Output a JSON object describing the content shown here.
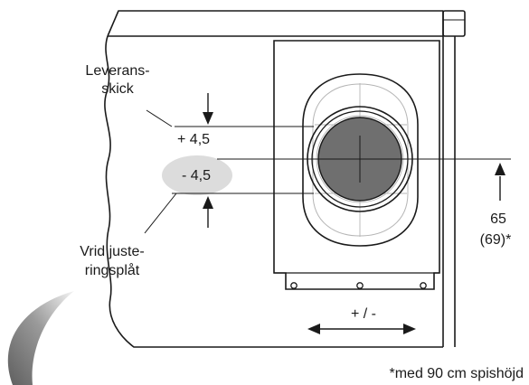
{
  "labels": {
    "leverans_line1": "Leverans-",
    "leverans_line2": "skick",
    "plus": "+ 4,5",
    "minus": "- 4,5",
    "vrid_line1": "Vrid juste-",
    "vrid_line2": "ringsplåt",
    "height": "65",
    "height_alt": "(69)*",
    "horizontal": "+ / -",
    "footnote": "*med 90 cm spishöjd"
  },
  "colors": {
    "line": "#1a1a1a",
    "gray_line": "#7a7a7a",
    "light_line": "#b5b5b5",
    "duct_fill": "#6f6f6f",
    "highlight": "#dcdcdc",
    "swoosh_dark": "#6e6e6e",
    "swoosh_light": "#f2f2f2"
  }
}
